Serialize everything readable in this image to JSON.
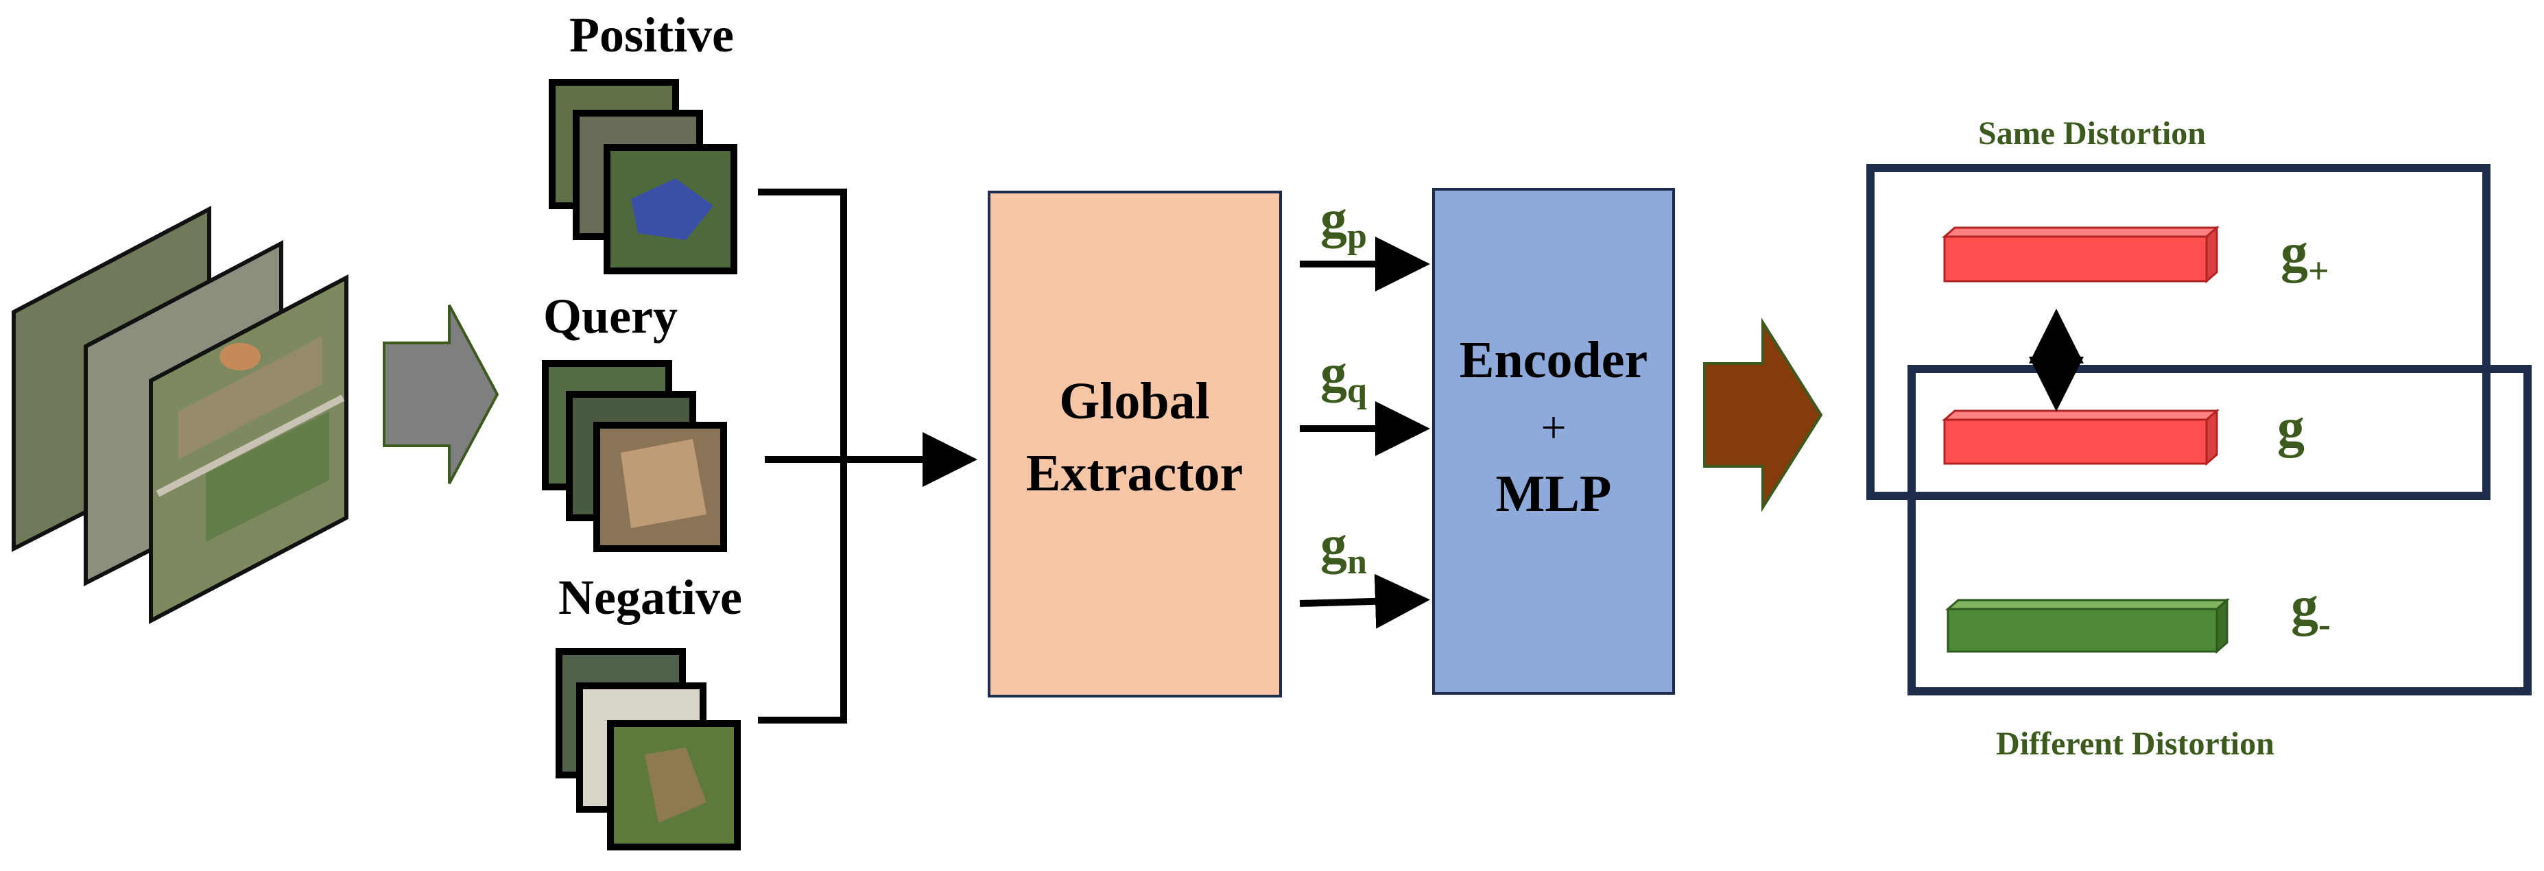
{
  "groups": {
    "positive_label": "Positive",
    "query_label": "Query",
    "negative_label": "Negative"
  },
  "blocks": {
    "global_extractor_line1": "Global",
    "global_extractor_line2": "Extractor",
    "encoder_line1": "Encoder",
    "encoder_line2": "+",
    "encoder_line3": "MLP"
  },
  "features": {
    "gp_base": "g",
    "gp_sub": "p",
    "gq_base": "g",
    "gq_sub": "q",
    "gn_base": "g",
    "gn_sub": "n"
  },
  "embeddings": {
    "g_plus_base": "g",
    "g_plus_sub": "+",
    "g_base": "g",
    "g_minus_base": "g",
    "g_minus_sub": "-"
  },
  "regions": {
    "same_distortion": "Same Distortion",
    "different_distortion": "Different Distortion"
  },
  "colors": {
    "label_green": "#3d5a1e",
    "extractor_fill": "#f7c6a7",
    "encoder_fill": "#8eaadb",
    "positive_bar": "#ff5050",
    "negative_bar": "#4e8a35",
    "frame_navy": "#1f2d4d",
    "input_arrow": "#7f7f7f",
    "output_arrow": "#843c0c"
  }
}
